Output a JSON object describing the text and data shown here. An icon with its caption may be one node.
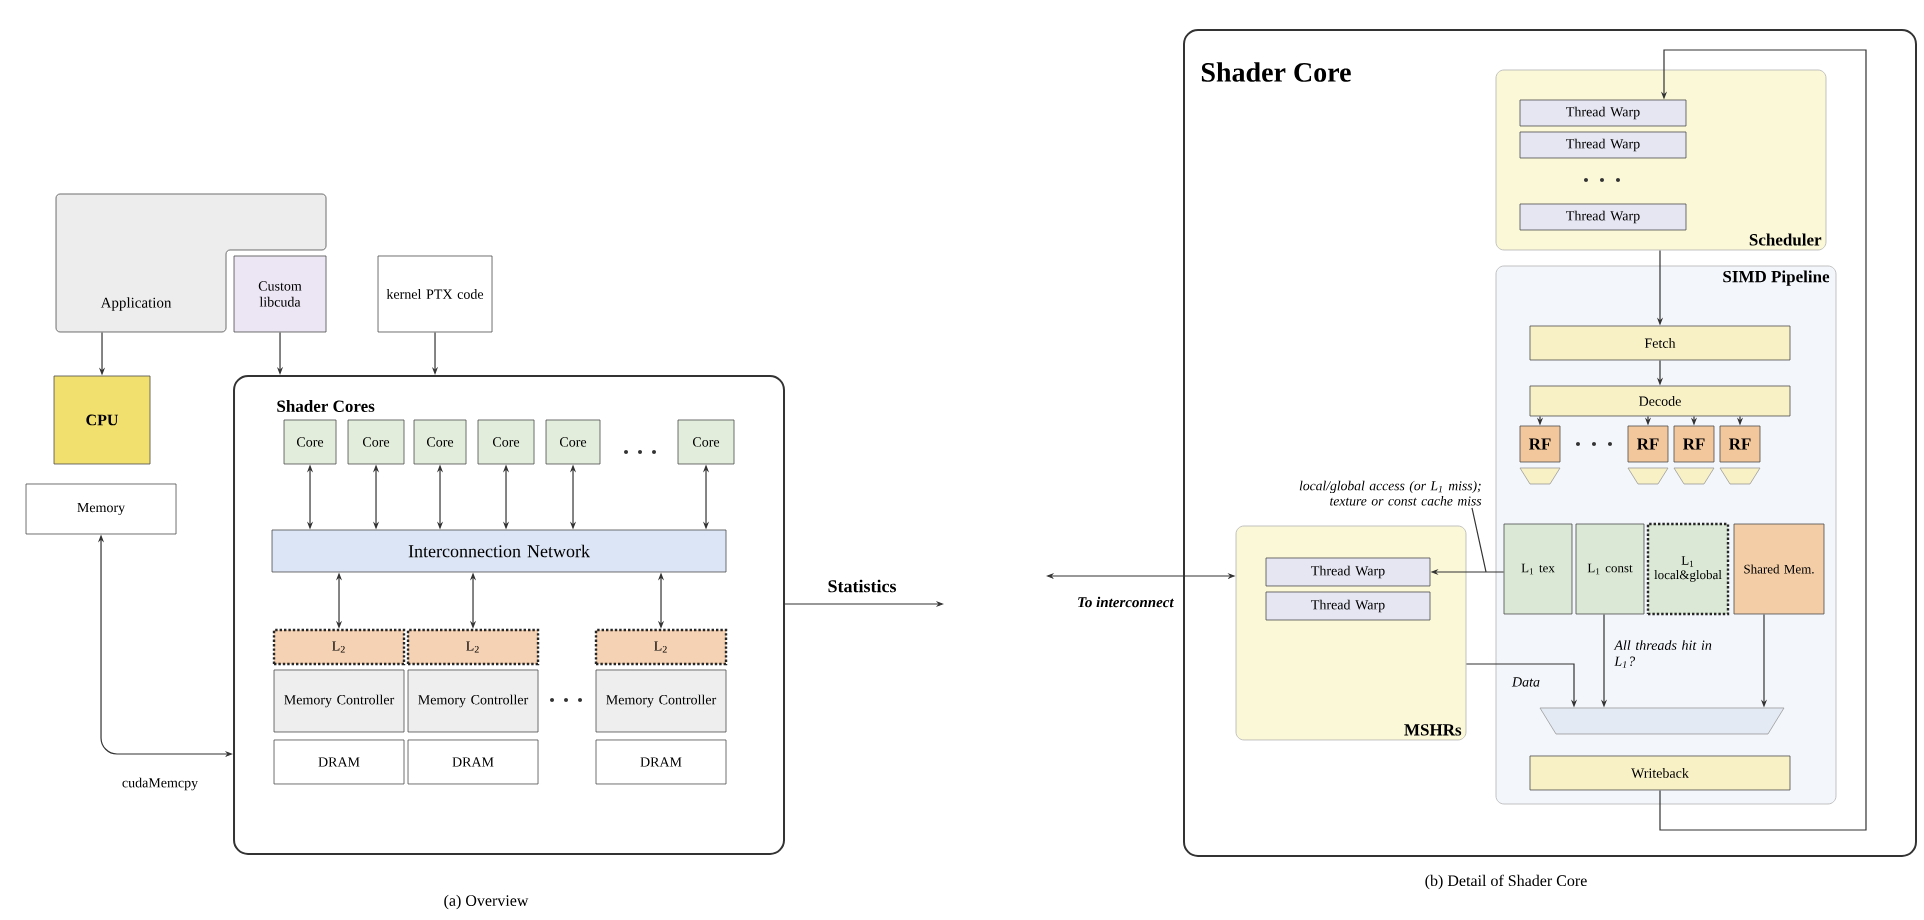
{
  "diagram": {
    "nodes": [
      {
        "text": [
          "Application"
        ]
      },
      {
        "text": [
          "Custom libcuda"
        ]
      },
      {
        "text": [
          "kernel PTX code"
        ]
      },
      {
        "text": [
          "CPU"
        ]
      },
      {
        "text": [
          "Memory"
        ]
      },
      {
        "text": [
          "Shader Cores"
        ]
      },
      {
        "text": [
          "Core"
        ],
        "in": 5
      },
      {
        "text": [
          "Core"
        ],
        "in": 5
      },
      {
        "text": [
          "Core"
        ],
        "in": 5
      },
      {
        "text": [
          "Core"
        ],
        "in": 5
      },
      {
        "text": [
          "Core"
        ],
        "in": 5
      },
      {
        "text": [
          "Core"
        ],
        "in": 5
      },
      {
        "text": [
          "Interconnection Network"
        ],
        "in": 5
      },
      {
        "text": [
          "L$_{2}$"
        ],
        "in": 5
      },
      {
        "text": [
          "L$_{2}$"
        ],
        "in": 5
      },
      {
        "text": [
          "L$_{2}$"
        ],
        "in": 5
      },
      {
        "text": [
          "Memory Controller"
        ],
        "in": 5
      },
      {
        "text": [
          "Memory Controller"
        ],
        "in": 5
      },
      {
        "text": [
          "Memory Controller"
        ],
        "in": 5
      },
      {
        "text": [
          "DRAM"
        ],
        "in": 5
      },
      {
        "text": [
          "DRAM"
        ],
        "in": 5
      },
      {
        "text": [
          "DRAM"
        ],
        "in": 5
      },
      {
        "text": [
          "Shader Core"
        ]
      },
      {
        "text": [
          "Scheduler"
        ],
        "in": 22
      },
      {
        "text": [
          "Thread Warp"
        ],
        "in": 23
      },
      {
        "text": [
          "Thread Warp"
        ],
        "in": 23
      },
      {
        "text": [
          "Thread Warp"
        ],
        "in": 23
      },
      {
        "text": [
          "SIMD Pipeline"
        ],
        "in": 22
      },
      {
        "text": [
          "Fetch"
        ],
        "in": 27
      },
      {
        "text": [
          "Decode"
        ],
        "in": 27
      },
      {
        "text": [
          "RF"
        ],
        "in": 27
      },
      {
        "text": [
          "RF"
        ],
        "in": 27
      },
      {
        "text": [
          "RF"
        ],
        "in": 27
      },
      {
        "text": [
          "RF"
        ],
        "in": 27
      },
      {
        "text": [
          "L$_{1}$ tex"
        ],
        "in": 27
      },
      {
        "text": [
          "L$_{1}$ const"
        ],
        "in": 27
      },
      {
        "text": [
          "L$_{1}$ local&global"
        ],
        "in": 27
      },
      {
        "text": [
          "Shared Mem."
        ],
        "in": 27
      },
      {
        "text": [
          "MSHRs"
        ],
        "in": 22
      },
      {
        "text": [
          "Thread Warp"
        ],
        "in": 38
      },
      {
        "text": [
          "Thread Warp"
        ],
        "in": 38
      },
      {
        "text": [],
        "shape": "trapezoid",
        "in": 27
      },
      {
        "text": [
          "Writeback"
        ],
        "in": 27
      }
    ],
    "edges": [
      {
        "from": 0,
        "to": 3,
        "arrow": "to"
      },
      {
        "from": 1,
        "to": 5,
        "arrow": "to"
      },
      {
        "from": 2,
        "to": 5,
        "arrow": "to"
      },
      {
        "from": 4,
        "to": 5,
        "arrow": "both",
        "label": "cudaMemcpy"
      },
      {
        "from": 6,
        "to": 12,
        "arrow": "both"
      },
      {
        "from": 7,
        "to": 12,
        "arrow": "both"
      },
      {
        "from": 8,
        "to": 12,
        "arrow": "both"
      },
      {
        "from": 9,
        "to": 12,
        "arrow": "both"
      },
      {
        "from": 10,
        "to": 12,
        "arrow": "both"
      },
      {
        "from": 11,
        "to": 12,
        "arrow": "both"
      },
      {
        "from": 12,
        "to": 13,
        "arrow": "both"
      },
      {
        "from": 12,
        "to": 14,
        "arrow": "both"
      },
      {
        "from": 12,
        "to": 15,
        "arrow": "both"
      },
      {
        "from": 5,
        "to": null,
        "arrow": "to",
        "label": "Statistics"
      },
      {
        "from": null,
        "to": 38,
        "arrow": "both",
        "label": "To interconnect"
      },
      {
        "from": 23,
        "to": 28,
        "arrow": "to"
      },
      {
        "from": 28,
        "to": 29,
        "arrow": "to"
      },
      {
        "from": 29,
        "to": 30,
        "arrow": "to"
      },
      {
        "from": 29,
        "to": 31,
        "arrow": "to"
      },
      {
        "from": 29,
        "to": 32,
        "arrow": "to"
      },
      {
        "from": 29,
        "to": 33,
        "arrow": "to"
      },
      {
        "from": 42,
        "to": 24,
        "arrow": "to"
      },
      {
        "from": 34,
        "to": 39,
        "arrow": "to",
        "label": "local/global access (or L$_{1}$ miss); texture or const cache miss"
      },
      {
        "from": 38,
        "to": 41,
        "arrow": "to",
        "label": "Data"
      },
      {
        "from": 35,
        "to": 41,
        "arrow": "to",
        "label": "All threads hit in L$_{1}$?"
      },
      {
        "from": 37,
        "to": 41,
        "arrow": "to"
      }
    ],
    "labels": [
      "(a) Overview",
      "(b) Detail of Shader Core"
    ]
  }
}
